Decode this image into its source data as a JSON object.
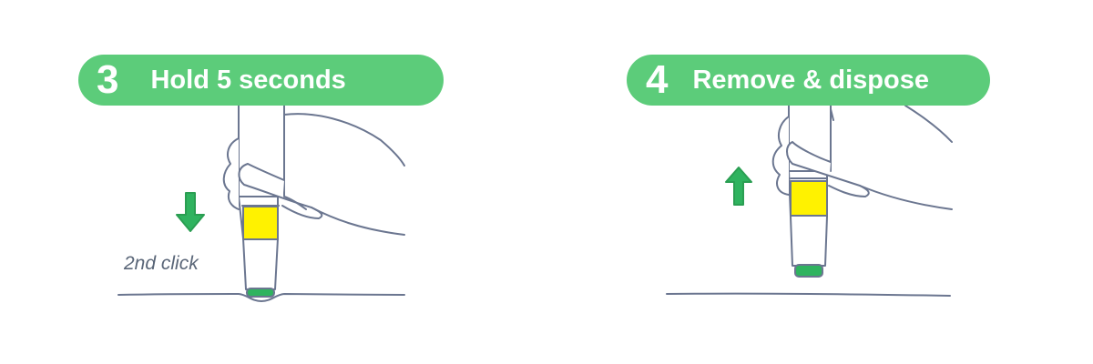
{
  "steps": [
    {
      "number": "3",
      "title": "Hold 5 seconds",
      "note": "2nd click",
      "arrow": "arrow-down-icon"
    },
    {
      "number": "4",
      "title": "Remove & dispose",
      "arrow": "arrow-up-icon"
    }
  ],
  "colors": {
    "pill": "#5ccc7a",
    "outline": "#6b7690",
    "window": "#fff200",
    "tip": "#2fb35f",
    "arrow": "#2fb35f",
    "text": "#5a6678"
  }
}
